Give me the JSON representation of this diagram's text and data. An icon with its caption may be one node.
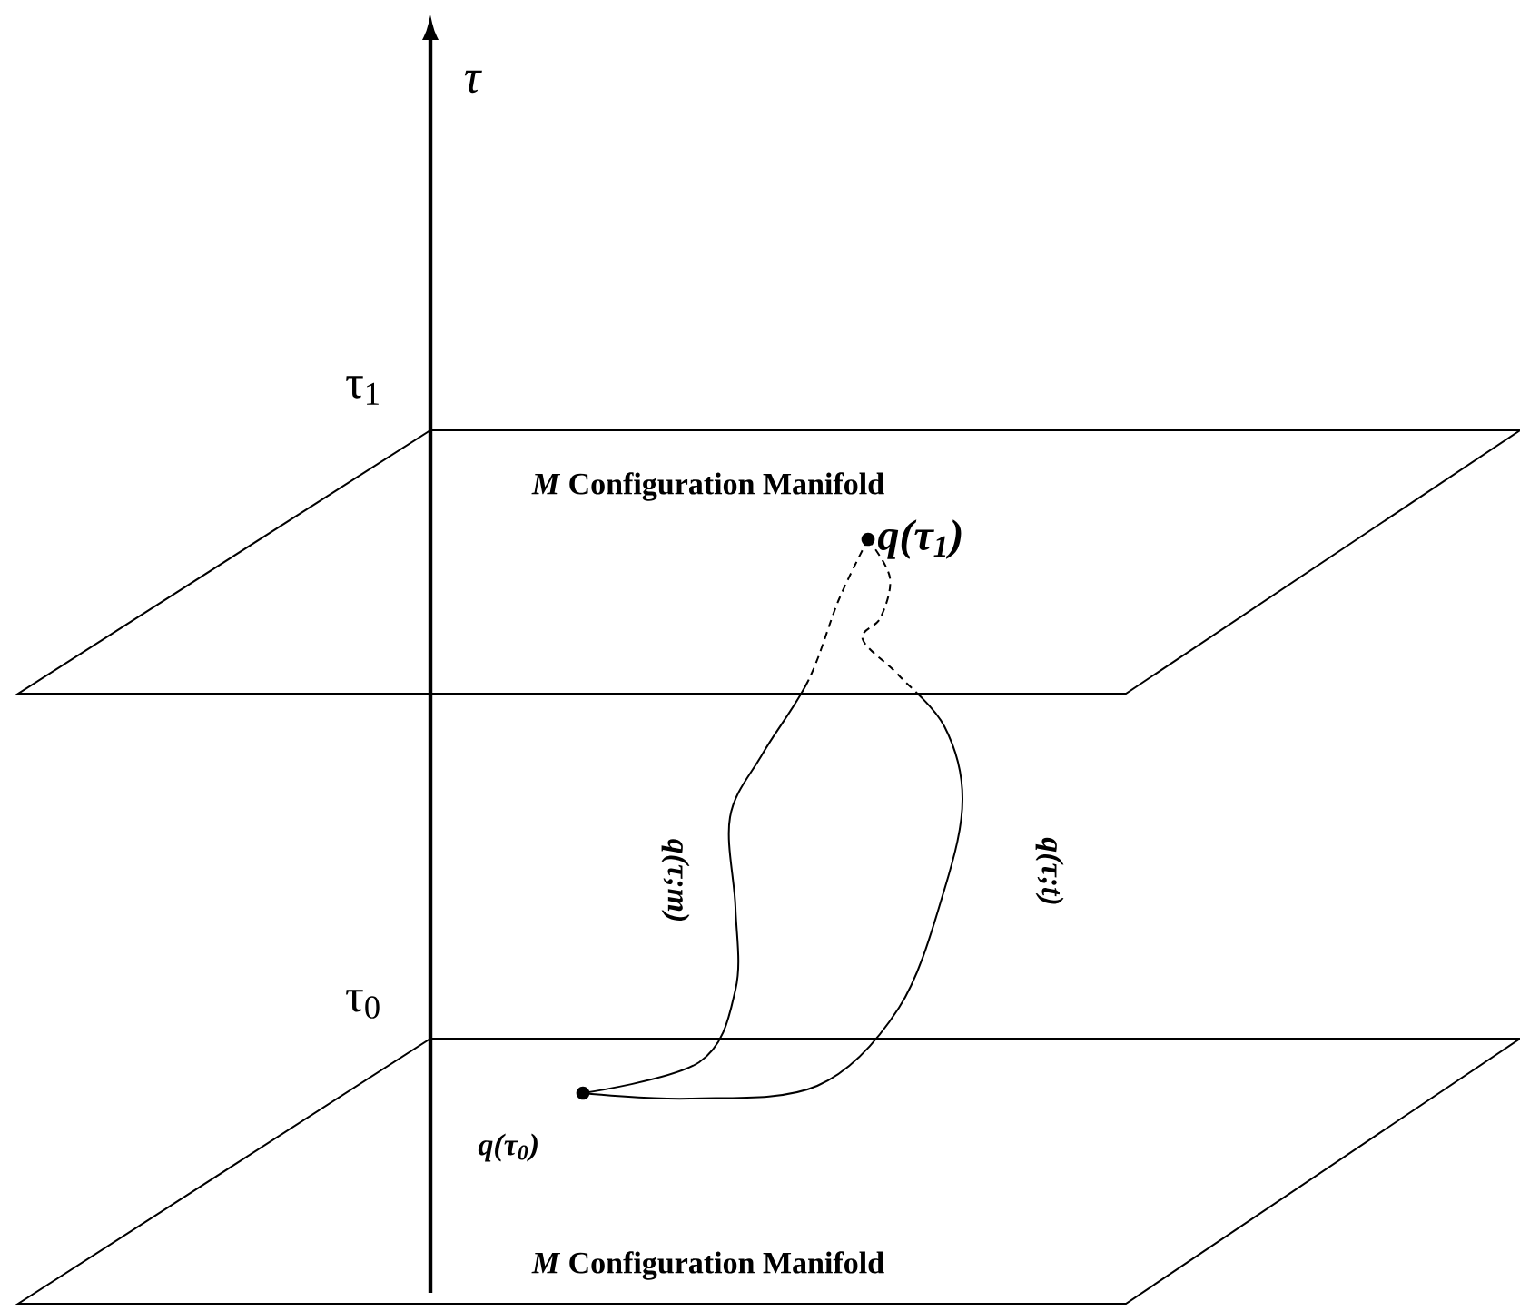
{
  "diagram": {
    "nodes": [
      {
        "text": [
          "*M* Configuration Manifold"
        ]
      },
      {
        "text": [],
        "shape": "circle",
        "in": 0,
        "beside": [
          "q(τ$_{1}$)"
        ]
      },
      {
        "text": [
          "*M* Configuration Manifold"
        ]
      },
      {
        "text": [],
        "shape": "circle",
        "in": 2,
        "beside": [
          "q(τ$_{0}$)"
        ]
      }
    ],
    "edges": [
      {
        "from": 1,
        "to": 3,
        "arrow": "none",
        "label": "q(τ;m)"
      },
      {
        "from": 1,
        "to": 3,
        "arrow": "none",
        "label": "q(τ;t)"
      }
    ],
    "labels": [
      "τ",
      "τ$_{1}$",
      "τ$_{0}$"
    ]
  }
}
